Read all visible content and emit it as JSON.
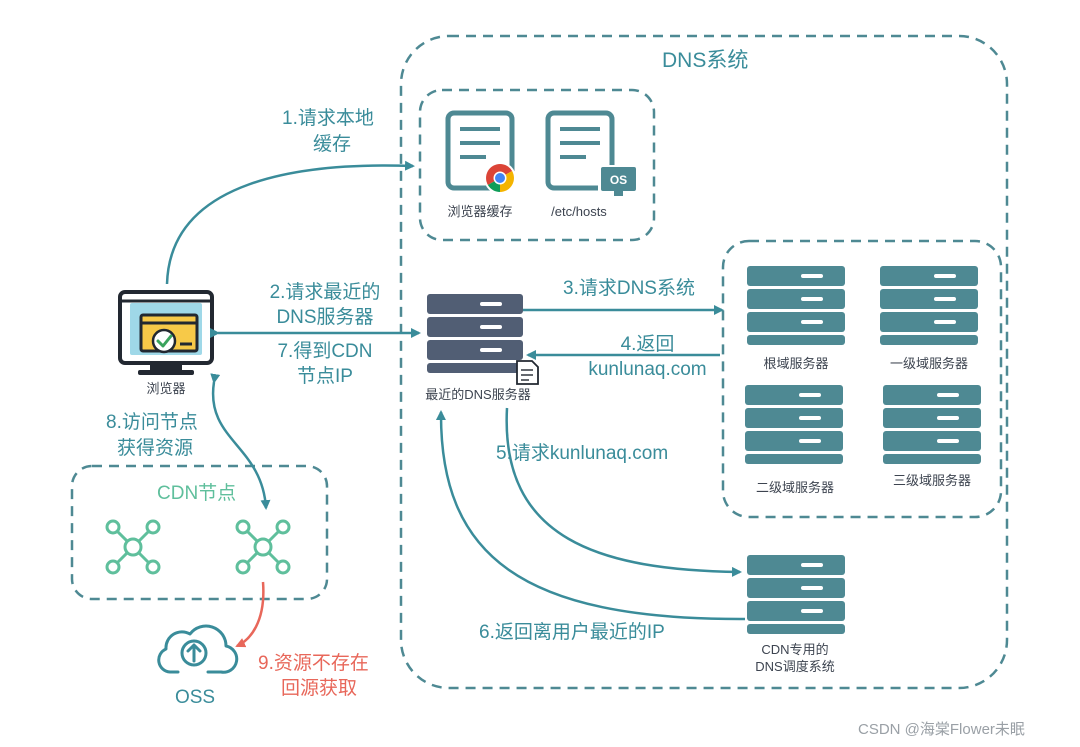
{
  "colors": {
    "teal": "#3a8c9a",
    "server": "#4e8993",
    "local_server": "#515e74",
    "node_green": "#5fbf9c",
    "oss_red": "#e8675a",
    "monitor_screen": "#9fd8e8"
  },
  "system": {
    "title": "DNS系统"
  },
  "local_cache": {
    "browser_cache": "浏览器缓存",
    "hosts": "/etc/hosts",
    "os_badge": "OS"
  },
  "browser": {
    "label": "浏览器"
  },
  "nearest_dns": {
    "label": "最近的DNS服务器"
  },
  "dns_hierarchy": {
    "root": "根域服务器",
    "level1": "一级域服务器",
    "level2": "二级域服务器",
    "level3": "三级域服务器"
  },
  "cdn_dns": {
    "line1": "CDN专用的",
    "line2": "DNS调度系统"
  },
  "cdn_nodes": {
    "title": "CDN节点"
  },
  "oss": {
    "label": "OSS"
  },
  "steps": {
    "s1_line1": "1.请求本地",
    "s1_line2": "缓存",
    "s2_line1": "2.请求最近的",
    "s2_line2": "DNS服务器",
    "s3": "3.请求DNS系统",
    "s4_line1": "4.返回",
    "s4_line2": "kunlunaq.com",
    "s5": "5.请求kunlunaq.com",
    "s6": "6.返回离用户最近的IP",
    "s7_line1": "7.得到CDN",
    "s7_line2": "节点IP",
    "s8_line1": "8.访问节点",
    "s8_line2": "获得资源",
    "s9_line1": "9.资源不存在",
    "s9_line2": "回源获取"
  },
  "watermark": "CSDN @海棠Flower未眠"
}
